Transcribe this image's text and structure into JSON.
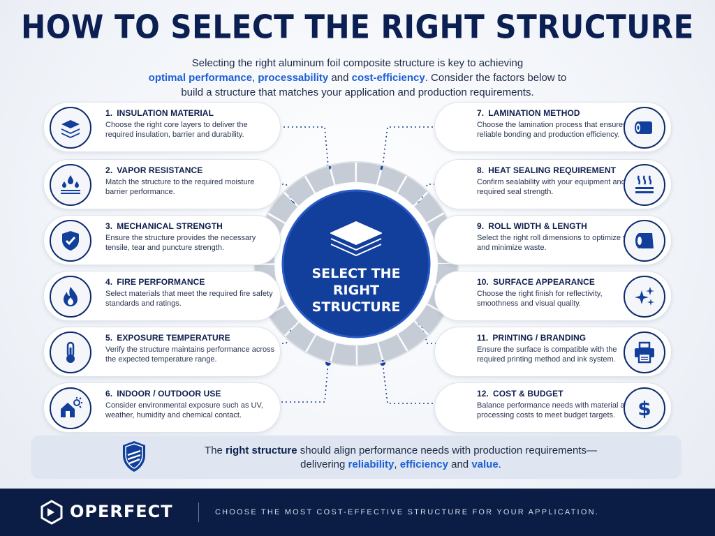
{
  "title": "HOW TO SELECT THE RIGHT STRUCTURE",
  "intro": {
    "line1": "Selecting the right aluminum foil composite structure is key to achieving",
    "hl1": "optimal performance",
    "sep1": ", ",
    "hl2": "processability",
    "and1": " and ",
    "hl3": "cost-efficiency",
    "rest2": ". Consider the factors below to",
    "line3": "build a structure that matches your application and production requirements."
  },
  "center": {
    "line1": "SELECT THE",
    "line2": "RIGHT",
    "line3": "STRUCTURE"
  },
  "factors_left": [
    {
      "num": "1.",
      "title": "INSULATION MATERIAL",
      "body": "Choose the right core layers to deliver the required insulation, barrier and durability.",
      "icon": "layers-icon"
    },
    {
      "num": "2.",
      "title": "VAPOR RESISTANCE",
      "body": "Match the structure to the required moisture barrier performance.",
      "icon": "water-drops-icon"
    },
    {
      "num": "3.",
      "title": "MECHANICAL STRENGTH",
      "body": "Ensure the structure provides the necessary tensile, tear and puncture strength.",
      "icon": "shield-check-icon"
    },
    {
      "num": "4.",
      "title": "FIRE PERFORMANCE",
      "body": "Select materials that meet the required fire safety standards and ratings.",
      "icon": "flame-icon"
    },
    {
      "num": "5.",
      "title": "EXPOSURE TEMPERATURE",
      "body": "Verify the structure maintains performance across the expected temperature range.",
      "icon": "thermometer-icon"
    },
    {
      "num": "6.",
      "title": "INDOOR / OUTDOOR USE",
      "body": "Consider environmental exposure such as UV, weather, humidity and chemical contact.",
      "icon": "house-sun-icon"
    }
  ],
  "factors_right": [
    {
      "num": "7.",
      "title": "LAMINATION METHOD",
      "body": "Choose the lamination process that ensures reliable bonding and production efficiency.",
      "icon": "roll-icon"
    },
    {
      "num": "8.",
      "title": "HEAT SEALING REQUIREMENT",
      "body": "Confirm sealability with your equipment and the required seal strength.",
      "icon": "heat-waves-icon"
    },
    {
      "num": "9.",
      "title": "ROLL WIDTH & LENGTH",
      "body": "Select the right roll dimensions to optimize yield and minimize waste.",
      "icon": "roll-sheet-icon"
    },
    {
      "num": "10.",
      "title": "SURFACE APPEARANCE",
      "body": "Choose the right finish for reflectivity, smoothness and visual quality.",
      "icon": "sparkle-icon"
    },
    {
      "num": "11.",
      "title": "PRINTING / BRANDING",
      "body": "Ensure the surface is compatible with the required printing method and ink system.",
      "icon": "printer-icon"
    },
    {
      "num": "12.",
      "title": "COST & BUDGET",
      "body": "Balance performance needs with material and processing costs to meet budget targets.",
      "icon": "dollar-icon"
    }
  ],
  "footer": {
    "t1": "The ",
    "b1": "right structure",
    "t2": " should align performance needs with production requirements—",
    "t3": "delivering ",
    "h1": "reliability",
    "t4": ", ",
    "h2": "efficiency",
    "t5": " and ",
    "h3": "value",
    "t6": "."
  },
  "band": {
    "brand": "OPERFECT",
    "tagline": "CHOOSE THE MOST COST-EFFECTIVE STRUCTURE FOR YOUR APPLICATION."
  },
  "colors": {
    "navy": "#0b1c45",
    "accent_blue": "#1c5fd6",
    "center_blue": "#123f9c",
    "ring_gray": "#c6ccd6"
  }
}
